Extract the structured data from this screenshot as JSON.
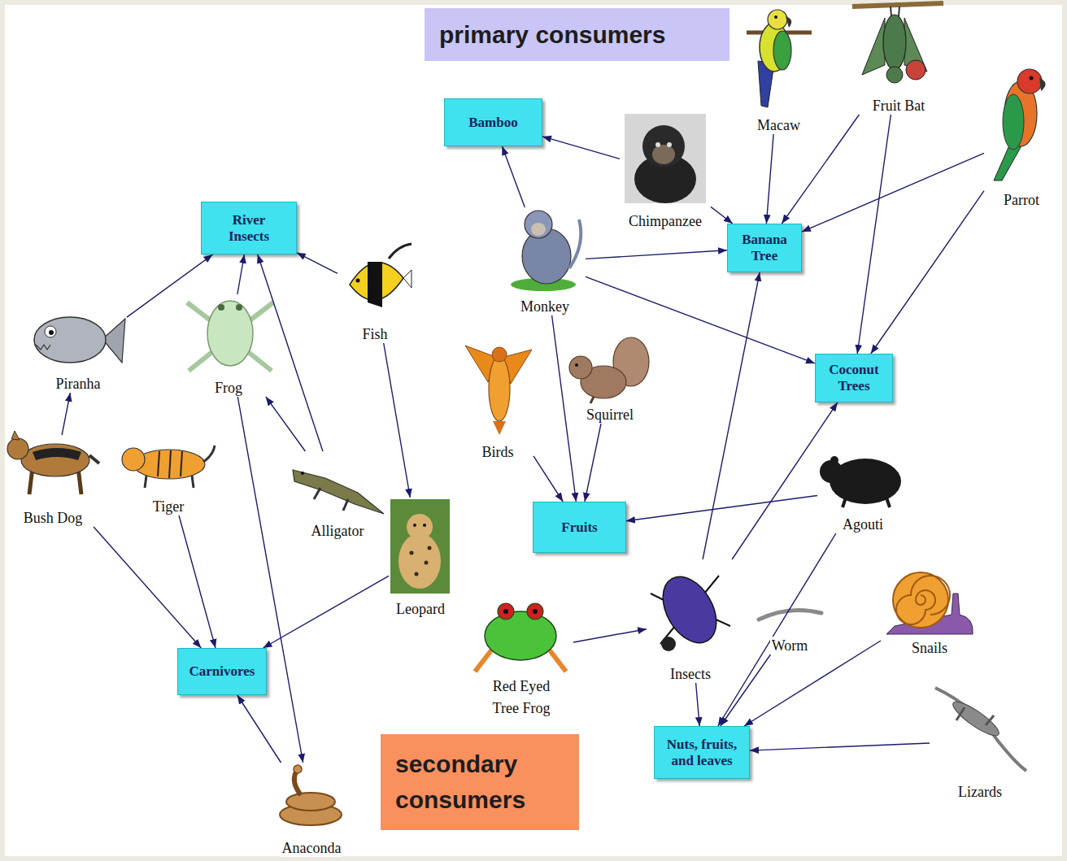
{
  "diagram": {
    "nodes": [
      {
        "text": [
          "primary consumers"
        ]
      },
      {
        "text": [
          "Macaw"
        ]
      },
      {
        "text": [
          "Fruit Bat"
        ]
      },
      {
        "text": [
          "Bamboo"
        ]
      },
      {
        "text": [
          "Chimpanzee"
        ]
      },
      {
        "text": [
          "Parrot"
        ]
      },
      {
        "text": [
          "River Insects"
        ]
      },
      {
        "text": [
          "Banana Tree"
        ]
      },
      {
        "text": [
          "Monkey"
        ]
      },
      {
        "text": [
          "Fish"
        ]
      },
      {
        "text": [
          "Piranha"
        ]
      },
      {
        "text": [
          "Frog"
        ]
      },
      {
        "text": [
          "Coconut Trees"
        ]
      },
      {
        "text": [
          "Birds"
        ]
      },
      {
        "text": [
          "Squirrel"
        ]
      },
      {
        "text": [
          "Bush Dog"
        ]
      },
      {
        "text": [
          "Tiger"
        ]
      },
      {
        "text": [
          "Alligator"
        ]
      },
      {
        "text": [
          "Agouti"
        ]
      },
      {
        "text": [
          "Fruits"
        ]
      },
      {
        "text": [
          "Leopard"
        ]
      },
      {
        "text": [
          "Carnivores"
        ]
      },
      {
        "text": [
          "Red Eyed Tree Frog"
        ]
      },
      {
        "text": [
          "Insects"
        ]
      },
      {
        "text": [
          "Worm"
        ]
      },
      {
        "text": [
          "Snails"
        ]
      },
      {
        "text": [
          "Nuts, fruits, and leaves"
        ]
      },
      {
        "text": [
          "Lizards"
        ]
      },
      {
        "text": [
          "secondary consumers"
        ]
      },
      {
        "text": [
          "Anaconda"
        ]
      }
    ],
    "edges": [
      {
        "from": 10,
        "to": 6,
        "arrow": "to"
      },
      {
        "from": 15,
        "to": 10,
        "arrow": "to"
      },
      {
        "from": 15,
        "to": 21,
        "arrow": "to"
      },
      {
        "from": 16,
        "to": 21,
        "arrow": "to"
      },
      {
        "from": 11,
        "to": 6,
        "arrow": "to"
      },
      {
        "from": 17,
        "to": 6,
        "arrow": "to"
      },
      {
        "from": 17,
        "to": 11,
        "arrow": "to"
      },
      {
        "from": 9,
        "to": 6,
        "arrow": "to"
      },
      {
        "from": 9,
        "to": 20,
        "arrow": "to"
      },
      {
        "from": 20,
        "to": 21,
        "arrow": "to"
      },
      {
        "from": 11,
        "to": 29,
        "arrow": "to"
      },
      {
        "from": 29,
        "to": 21,
        "arrow": "to"
      },
      {
        "from": 8,
        "to": 3,
        "arrow": "to"
      },
      {
        "from": 8,
        "to": 7,
        "arrow": "to"
      },
      {
        "from": 8,
        "to": 12,
        "arrow": "to"
      },
      {
        "from": 8,
        "to": 19,
        "arrow": "to"
      },
      {
        "from": 4,
        "to": 3,
        "arrow": "to"
      },
      {
        "from": 4,
        "to": 7,
        "arrow": "to"
      },
      {
        "from": 1,
        "to": 7,
        "arrow": "to"
      },
      {
        "from": 2,
        "to": 7,
        "arrow": "to"
      },
      {
        "from": 2,
        "to": 12,
        "arrow": "to"
      },
      {
        "from": 5,
        "to": 7,
        "arrow": "to"
      },
      {
        "from": 5,
        "to": 12,
        "arrow": "to"
      },
      {
        "from": 14,
        "to": 19,
        "arrow": "to"
      },
      {
        "from": 13,
        "to": 19,
        "arrow": "to"
      },
      {
        "from": 18,
        "to": 19,
        "arrow": "to"
      },
      {
        "from": 18,
        "to": 26,
        "arrow": "to"
      },
      {
        "from": 23,
        "to": 7,
        "arrow": "to"
      },
      {
        "from": 23,
        "to": 12,
        "arrow": "to"
      },
      {
        "from": 23,
        "to": 26,
        "arrow": "to"
      },
      {
        "from": 22,
        "to": 23,
        "arrow": "to"
      },
      {
        "from": 24,
        "to": 26,
        "arrow": "to"
      },
      {
        "from": 25,
        "to": 26,
        "arrow": "to"
      },
      {
        "from": 27,
        "to": 26,
        "arrow": "to"
      }
    ]
  }
}
